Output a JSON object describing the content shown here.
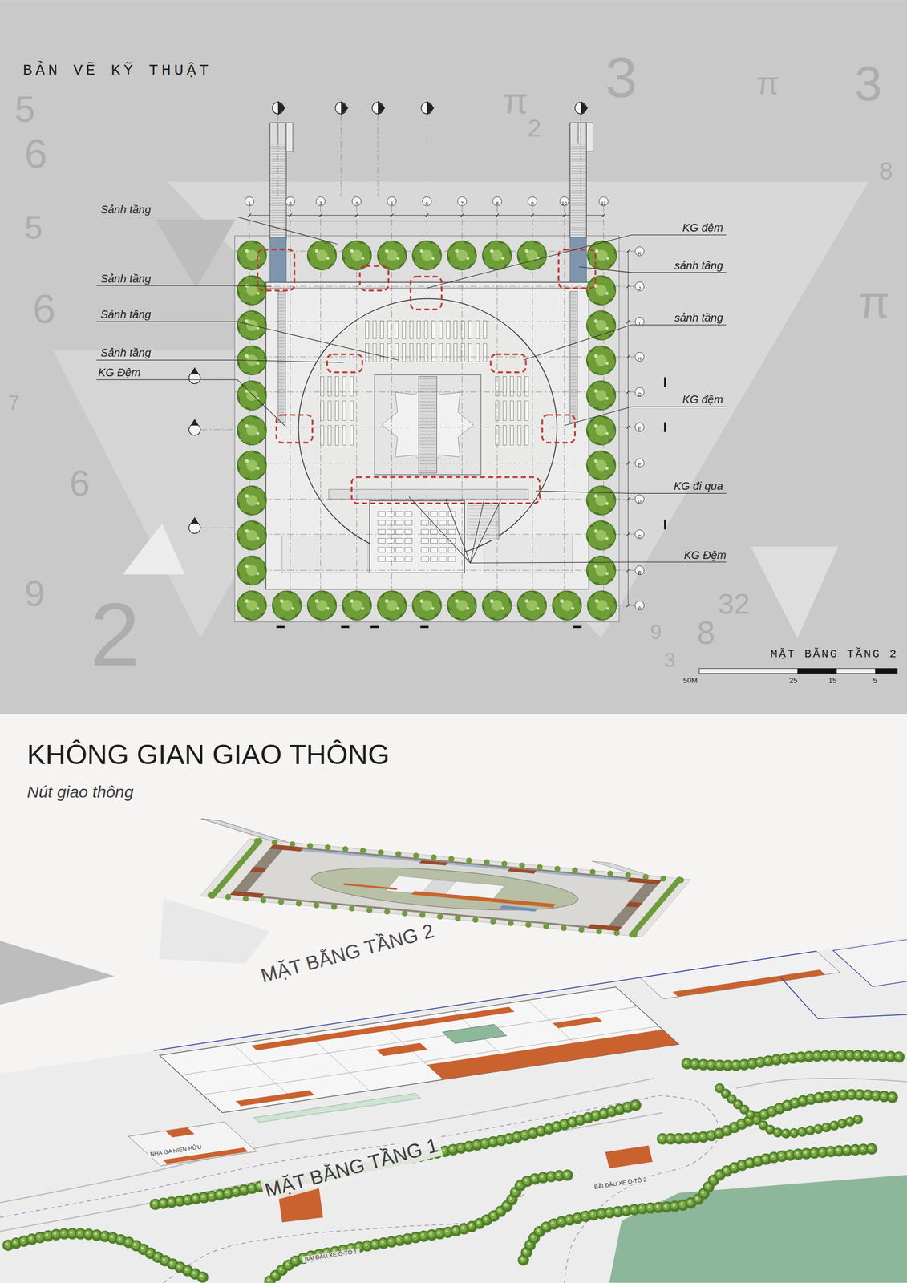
{
  "diagram": {
    "title": "BẢN VẼ KỸ THUẬT",
    "labels": [
      "Sảnh tầng",
      "Sảnh tầng",
      "Sảnh tầng",
      "Sảnh tầng",
      "KG Đệm",
      "KG đệm",
      "sảnh tầng",
      "sảnh tầng",
      "KG đệm",
      "KG đi qua",
      "KG Đệm",
      "MẶT BẰNG TẦNG 2",
      "50M",
      "25",
      "15",
      "5",
      "1",
      "2",
      "3",
      "4",
      "5",
      "6",
      "7",
      "8",
      "9",
      "10",
      "11",
      "K",
      "J",
      "I",
      "H",
      "G",
      "F",
      "E",
      "D",
      "C",
      "B",
      "A",
      "KHÔNG GIAN GIAO THÔNG",
      "Nút giao thông",
      "MẶT BẰNG TẦNG 2",
      "MẶT BẰNG TẦNG 1",
      "NHÀ GA HIỆN HỮU",
      "BÃI ĐẬU XE Ô-TÔ 1",
      "BÃI ĐẬU XE Ô-TÔ 2",
      "5",
      "6",
      "5",
      "6",
      "7",
      "6",
      "9",
      "2",
      "3",
      "π",
      "2",
      "π",
      "3",
      "8",
      "π",
      "32",
      "8",
      "9",
      "3"
    ]
  }
}
